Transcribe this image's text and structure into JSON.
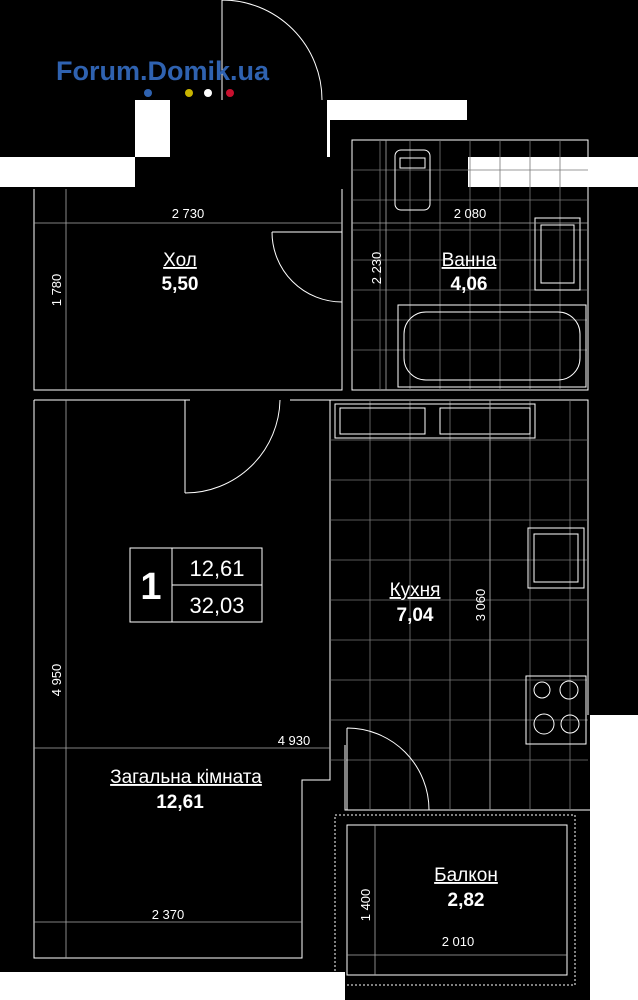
{
  "logo": {
    "text": "Forum.Domik.ua",
    "dot_colors": [
      "#2f62b0",
      "#c8b400",
      "#ffffff",
      "#c8102e"
    ]
  },
  "apartment": {
    "rooms_count": "1",
    "living_area": "12,61",
    "total_area": "32,03"
  },
  "rooms": {
    "hall": {
      "name": "Хол",
      "area": "5,50"
    },
    "bathroom": {
      "name": "Ванна",
      "area": "4,06"
    },
    "kitchen": {
      "name": "Кухня",
      "area": "7,04"
    },
    "living": {
      "name": "Загальна кімната",
      "area": "12,61"
    },
    "balcony": {
      "name": "Балкон",
      "area": "2,82"
    }
  },
  "dimensions": {
    "hall_width": "2 730",
    "hall_depth": "1 780",
    "bath_width": "2 080",
    "bath_depth": "2 230",
    "living_depth": "4 950",
    "kitchen_depth": "3 060",
    "total_width": "4 930",
    "living_width": "2 370",
    "balcony_width": "2 010",
    "balcony_depth": "1 400"
  }
}
